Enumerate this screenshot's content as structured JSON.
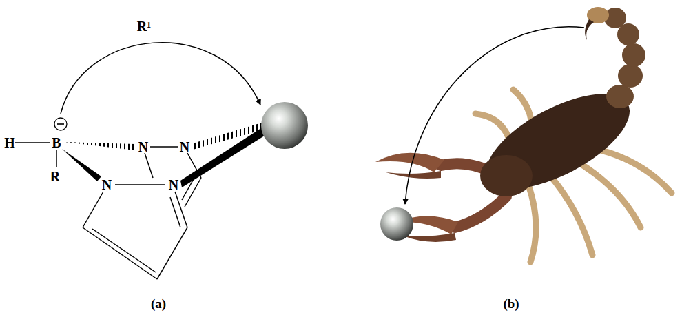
{
  "diagram": {
    "labels": [
      "R¹",
      "H",
      "B",
      "R",
      "N",
      "N",
      "N",
      "N",
      "(a)",
      "(b)"
    ]
  }
}
